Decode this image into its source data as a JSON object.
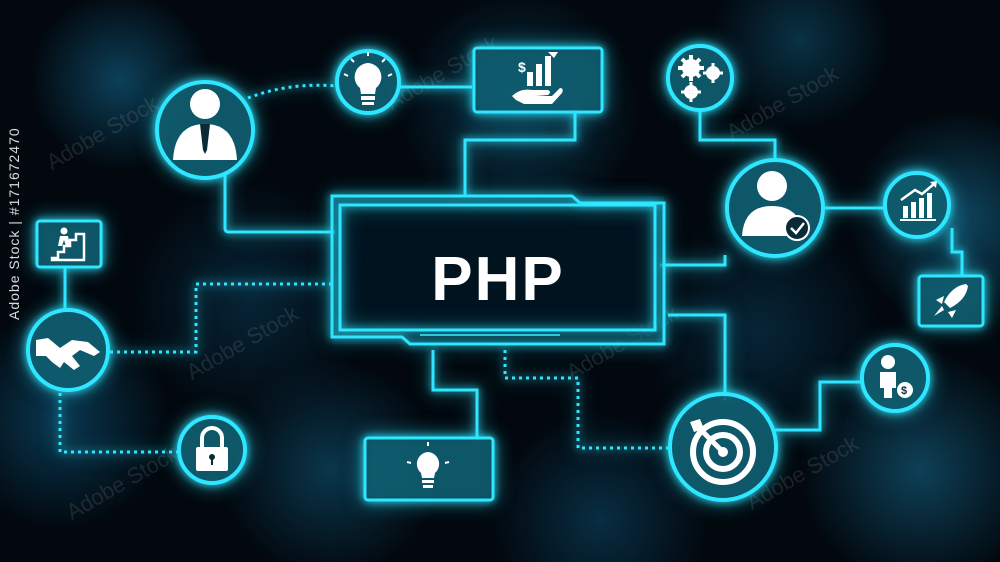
{
  "center": {
    "label": "PHP"
  },
  "watermark": {
    "id_text": "Adobe Stock | #171672470",
    "repeat_text": "Adobe Stock"
  },
  "colors": {
    "neon": "#2ee6ff",
    "background": "#02080e",
    "icon": "#ffffff"
  },
  "nodes": [
    {
      "name": "businessman-icon"
    },
    {
      "name": "lightbulb-icon"
    },
    {
      "name": "money-growth-icon"
    },
    {
      "name": "gears-icon"
    },
    {
      "name": "user-check-icon"
    },
    {
      "name": "growth-chart-icon"
    },
    {
      "name": "rocket-icon"
    },
    {
      "name": "investor-icon"
    },
    {
      "name": "target-icon"
    },
    {
      "name": "lightbulb-icon-bottom"
    },
    {
      "name": "padlock-icon"
    },
    {
      "name": "handshake-icon"
    },
    {
      "name": "career-stairs-icon"
    }
  ]
}
